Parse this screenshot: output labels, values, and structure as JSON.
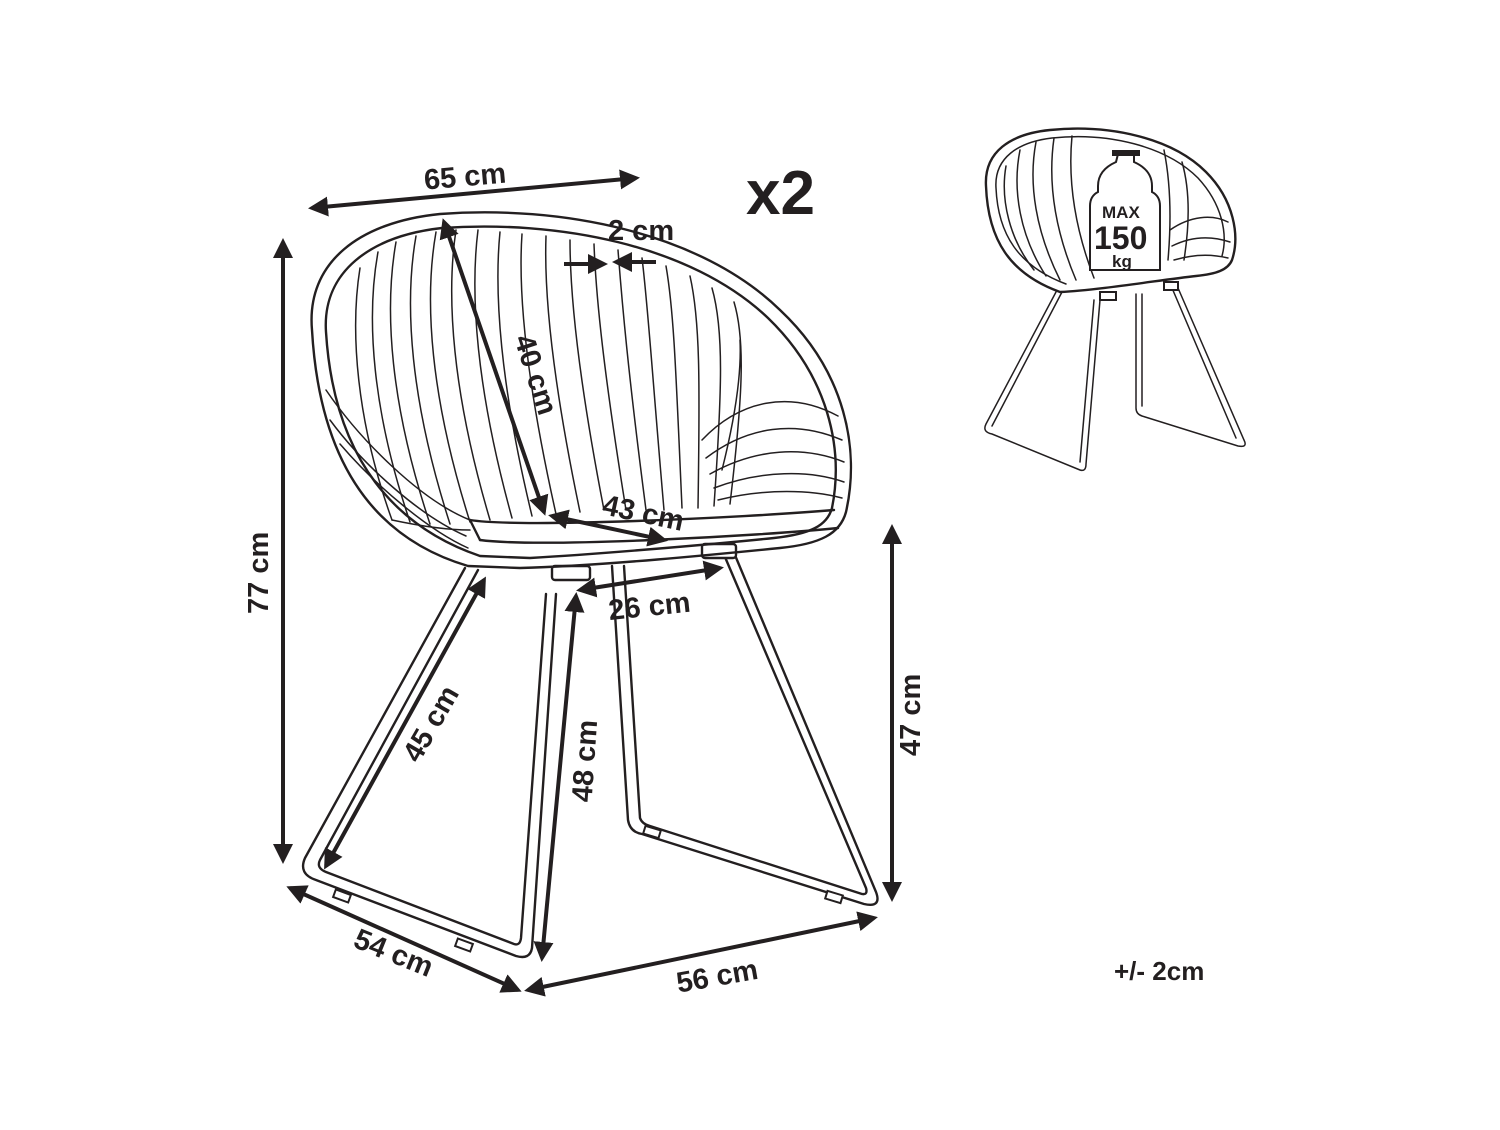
{
  "quantity": "x2",
  "tolerance": "+/- 2cm",
  "dimensions": {
    "overall_width": "65 cm",
    "rim_thickness": "2 cm",
    "backrest_height": "40 cm",
    "seat_depth": "43 cm",
    "leg_spacing": "26 cm",
    "overall_height": "77 cm",
    "leg_diagonal": "45 cm",
    "seat_height_front": "48 cm",
    "seat_height_side": "47 cm",
    "base_depth": "54 cm",
    "base_width": "56 cm"
  },
  "load_badge": {
    "label_top": "MAX",
    "value": "150",
    "unit": "kg"
  },
  "colors": {
    "ink": "#231f20",
    "background": "#ffffff"
  }
}
